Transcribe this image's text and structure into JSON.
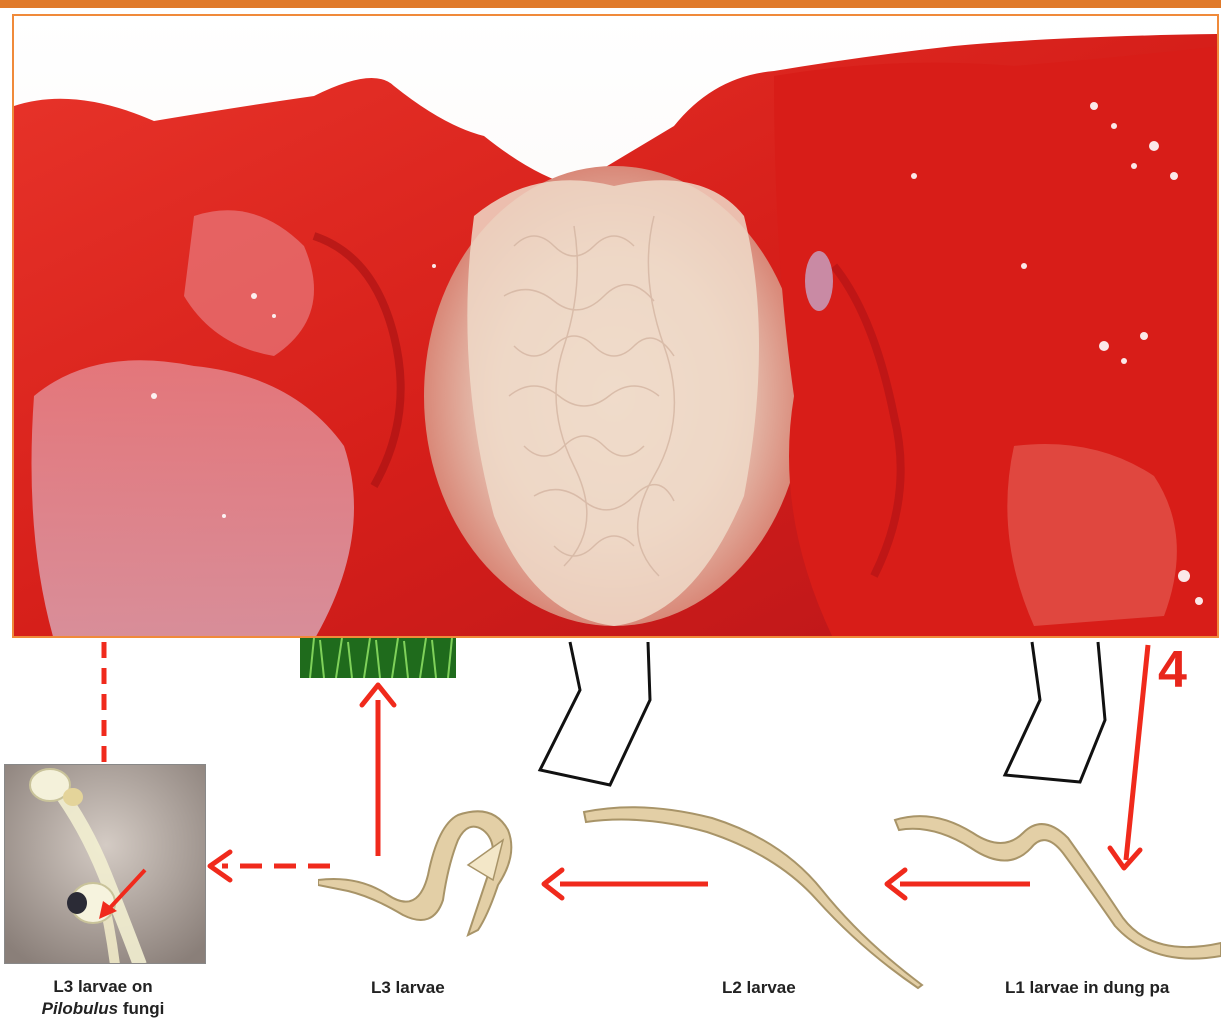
{
  "step_number": "4",
  "labels": {
    "l3_on_fungi_line1": "L3 larvae on",
    "l3_on_fungi_genus": "Pilobulus",
    "l3_on_fungi_suffix": " fungi",
    "l3": "L3 larvae",
    "l2": "L2 larvae",
    "l1": "L1 larvae in  dung pa"
  },
  "colors": {
    "arrow": "#f02a1c",
    "border_orange": "#f08a3a",
    "tissue_red": "#e0261e",
    "worm_mass": "#ecd6c4",
    "larva_fill": "#e3cfa6"
  },
  "icons": [
    "grass-image",
    "pilobolus-fungi-image",
    "larva-l3",
    "larva-l2",
    "larva-l1",
    "cow-legs"
  ]
}
